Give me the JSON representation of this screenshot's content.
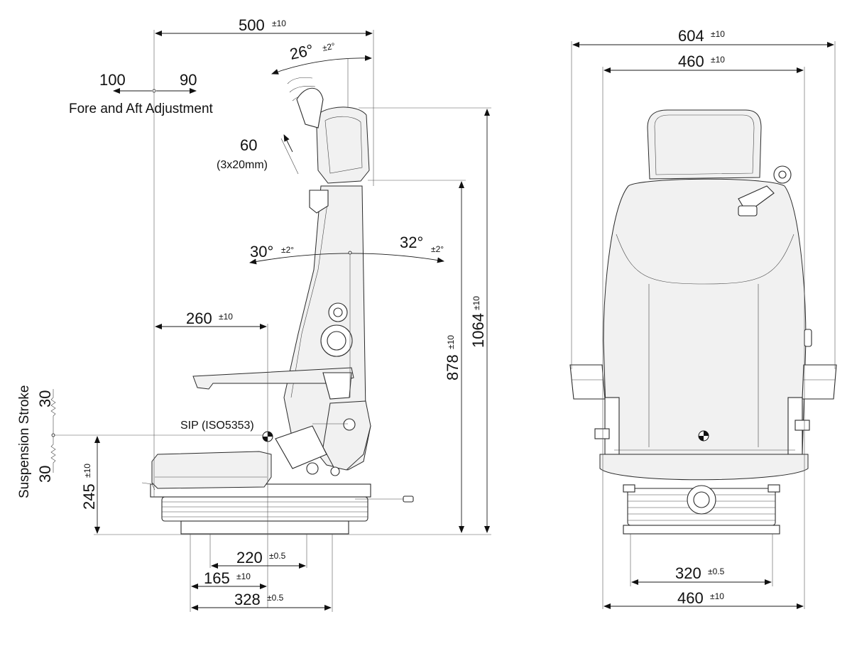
{
  "side_view": {
    "overall_depth": {
      "value": "500",
      "tol": "±10"
    },
    "headrest_tilt": {
      "value": "26°",
      "tol": "±2°"
    },
    "fore_aft": {
      "forward": "100",
      "back": "90",
      "label": "Fore and Aft Adjustment"
    },
    "headrest_height": {
      "value": "60",
      "detail": "(3x20mm)"
    },
    "backrest_back": {
      "value": "30°",
      "tol": "±2°"
    },
    "backrest_fwd": {
      "value": "32°",
      "tol": "±2°"
    },
    "cushion_depth": {
      "value": "260",
      "tol": "±10"
    },
    "overall_height": {
      "value": "1064",
      "tol": "±10"
    },
    "backrest_height": {
      "value": "878",
      "tol": "±10"
    },
    "sip_label": "SIP (ISO5353)",
    "suspension": {
      "label": "Suspension Stroke",
      "up": "30",
      "down": "30"
    },
    "sip_height": {
      "value": "245",
      "tol": "±10"
    },
    "base_220": {
      "value": "220",
      "tol": "±0.5"
    },
    "base_165": {
      "value": "165",
      "tol": "±10"
    },
    "base_328": {
      "value": "328",
      "tol": "±0.5"
    }
  },
  "front_view": {
    "overall_width": {
      "value": "604",
      "tol": "±10"
    },
    "back_width": {
      "value": "460",
      "tol": "±10"
    },
    "base_320": {
      "value": "320",
      "tol": "±0.5"
    },
    "base_460": {
      "value": "460",
      "tol": "±10"
    }
  }
}
